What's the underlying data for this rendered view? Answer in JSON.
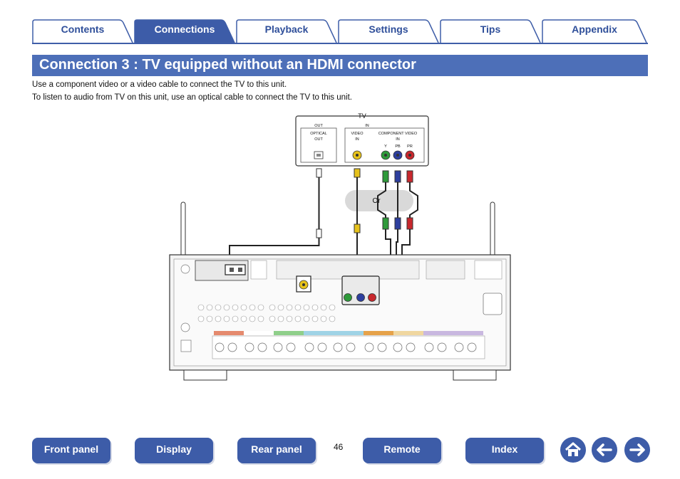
{
  "tabs": [
    {
      "label": "Contents",
      "active": false
    },
    {
      "label": "Connections",
      "active": true
    },
    {
      "label": "Playback",
      "active": false
    },
    {
      "label": "Settings",
      "active": false
    },
    {
      "label": "Tips",
      "active": false
    },
    {
      "label": "Appendix",
      "active": false
    }
  ],
  "title": "Connection 3 : TV equipped without an HDMI connector",
  "body": {
    "line1": "Use a component video or a video cable to connect the TV to this unit.",
    "line2": "To listen to audio from TV on this unit, use an optical cable to connect the TV to this unit."
  },
  "diagram": {
    "tv_label": "TV",
    "out_label": "OUT",
    "in_label": "IN",
    "optical_out": [
      "OPTICAL",
      "OUT"
    ],
    "video_in": [
      "VIDEO",
      "IN"
    ],
    "component_in": [
      "COMPONENT VIDEO",
      "IN"
    ],
    "component_channels": [
      "Y",
      "PB",
      "PR"
    ],
    "or_label": "Or"
  },
  "footer": {
    "front_panel": "Front panel",
    "display": "Display",
    "rear_panel": "Rear panel",
    "page_number": "46",
    "remote": "Remote",
    "index": "Index"
  },
  "icons": {
    "home": "home-icon",
    "back": "arrow-left-icon",
    "forward": "arrow-right-icon"
  },
  "colors": {
    "accent": "#3d5ca8",
    "title_bar": "#4d6fb8",
    "green": "#2e9a3a",
    "blue": "#2d3f9e",
    "red": "#c8282d",
    "yellow": "#e6c21c"
  }
}
